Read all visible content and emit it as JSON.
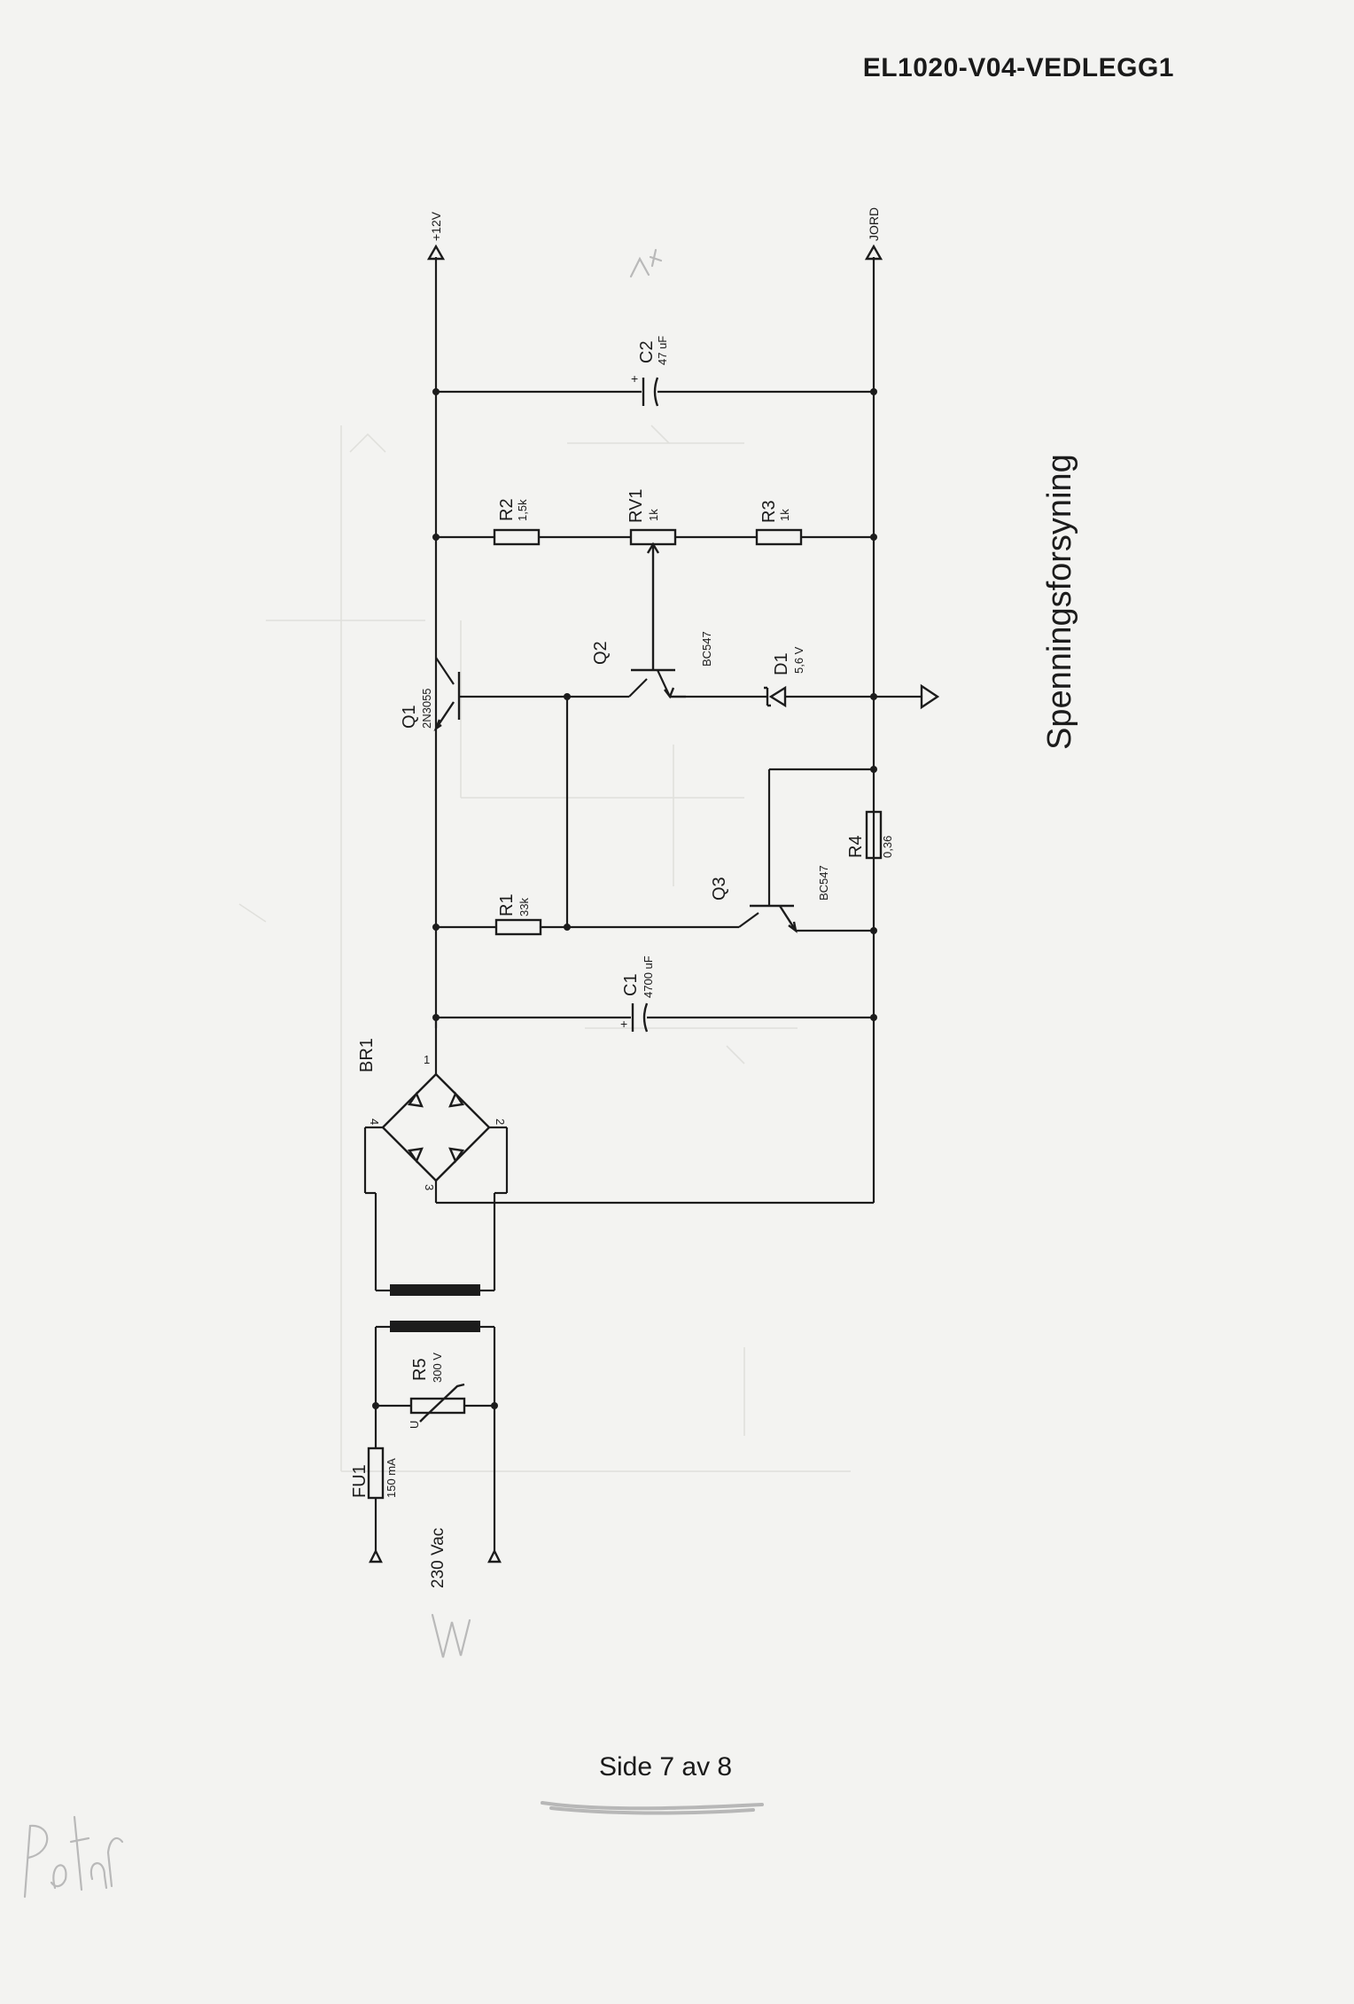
{
  "header": {
    "doc_id": "EL1020-V04-VEDLEGG1"
  },
  "title": "Spenningsforsyning",
  "footer": {
    "page": "Side 7 av 8"
  },
  "rails": {
    "positive": "+12V",
    "ground": "JORD"
  },
  "input": {
    "voltage": "230 Vac"
  },
  "components": {
    "C2": {
      "ref": "C2",
      "value": "47 uF"
    },
    "R2": {
      "ref": "R2",
      "value": "1,5k"
    },
    "RV1": {
      "ref": "RV1",
      "value": "1k"
    },
    "R3": {
      "ref": "R3",
      "value": "1k"
    },
    "Q1": {
      "ref": "Q1",
      "value": "2N3055"
    },
    "Q2": {
      "ref": "Q2",
      "value": "BC547"
    },
    "D1": {
      "ref": "D1",
      "value": "5,6 V"
    },
    "R4": {
      "ref": "R4",
      "value": "0,36"
    },
    "Q3": {
      "ref": "Q3",
      "value": "BC547"
    },
    "R1": {
      "ref": "R1",
      "value": "33k"
    },
    "C1": {
      "ref": "C1",
      "value": "4700 uF"
    },
    "BR1": {
      "ref": "BR1",
      "pins": [
        "1",
        "2",
        "3",
        "4"
      ]
    },
    "R5": {
      "ref": "R5",
      "value": "300 V",
      "mark": "U"
    },
    "FU1": {
      "ref": "FU1",
      "value": "150 mA"
    }
  },
  "polarity_mark": "+"
}
